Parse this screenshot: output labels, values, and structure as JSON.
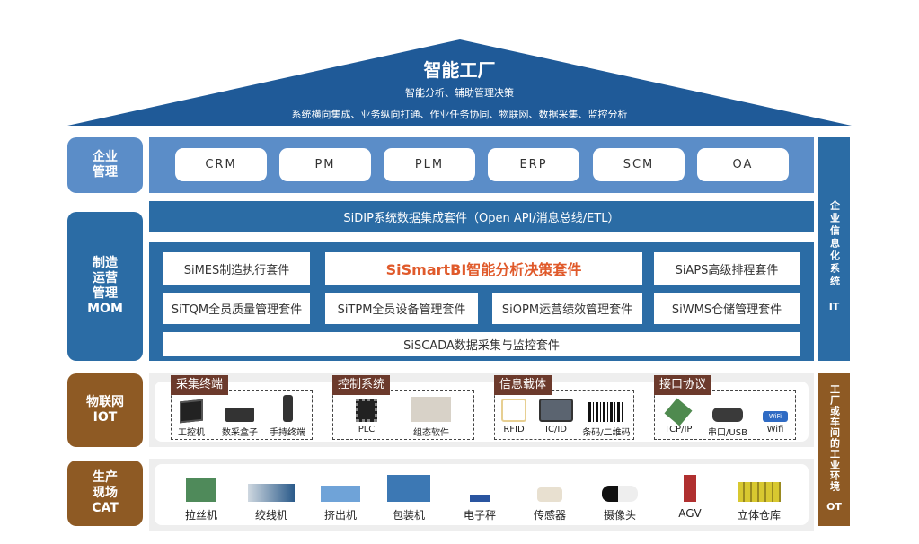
{
  "roof": {
    "title": "智能工厂",
    "subtitle": "智能分析、辅助管理决策",
    "line": "系统横向集成、业务纵向打通、作业任务协同、物联网、数据采集、监控分析"
  },
  "layers": {
    "enterprise": {
      "label": "企业\n管理",
      "items": [
        "CRM",
        "PM",
        "PLM",
        "ERP",
        "SCM",
        "OA"
      ]
    },
    "mom": {
      "label": "制造\n运营\n管理\nMOM",
      "integration": "SiDIP系统数据集成套件（Open API/消息总线/ETL）",
      "row1": [
        "SiMES制造执行套件",
        "SiSmartBI智能分析决策套件",
        "SiAPS高级排程套件"
      ],
      "row2": [
        "SiTQM全员质量管理套件",
        "SiTPM全员设备管理套件",
        "SiOPM运营绩效管理套件",
        "SiWMS仓储管理套件"
      ],
      "row3": "SiSCADA数据采集与监控套件"
    },
    "iot": {
      "label": "物联网\nIOT",
      "groups": [
        {
          "title": "采集终端",
          "items": [
            "工控机",
            "数采盒子",
            "手持终端"
          ]
        },
        {
          "title": "控制系统",
          "items": [
            "PLC",
            "组态软件"
          ]
        },
        {
          "title": "信息载体",
          "items": [
            "RFID",
            "IC/ID",
            "条码/二维码"
          ]
        },
        {
          "title": "接口协议",
          "items": [
            "TCP/IP",
            "串口/USB",
            "Wifi"
          ]
        }
      ]
    },
    "cat": {
      "label": "生产\n现场\nCAT",
      "items": [
        "拉丝机",
        "绞线机",
        "挤出机",
        "包装机",
        "电子秤",
        "传感器",
        "摄像头",
        "AGV",
        "立体仓库"
      ]
    }
  },
  "side": {
    "it_text": "企业信息化系统",
    "it": "IT",
    "ot_text": "工厂或车间的工业环境",
    "ot": "OT"
  },
  "colors": {
    "roof": "#1f5a98",
    "light_blue": "#5b8dc8",
    "dark_blue": "#2b6ca5",
    "brown": "#8e5a24",
    "tag": "#6c3a2c",
    "highlight": "#e05a2b"
  }
}
